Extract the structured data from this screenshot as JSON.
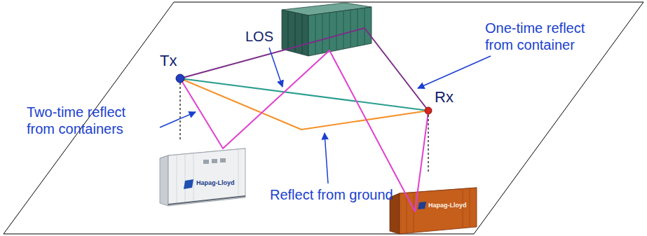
{
  "diagram": {
    "labels": [
      "Tx",
      "Rx",
      "LOS",
      "One-time reflect from container",
      "Two-time reflect from containers",
      "Reflect from ground",
      "Hapag-Lloyd",
      "Hapag-Lloyd"
    ]
  }
}
